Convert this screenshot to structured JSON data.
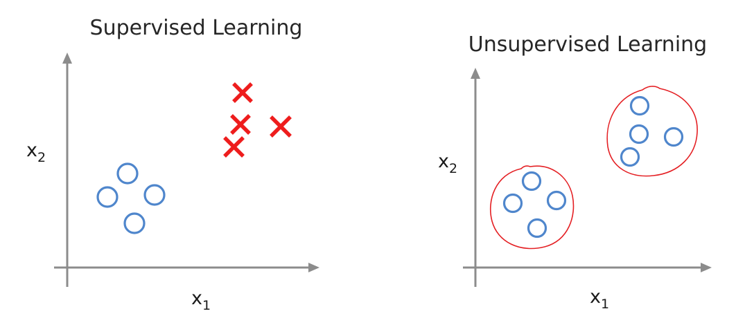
{
  "panels": [
    {
      "title": "Supervised Learning",
      "x_label": {
        "base": "x",
        "sub": "1"
      },
      "y_label": {
        "base": "x",
        "sub": "2"
      }
    },
    {
      "title": "Unsupervised Learning",
      "x_label": {
        "base": "x",
        "sub": "1"
      },
      "y_label": {
        "base": "x",
        "sub": "2"
      }
    }
  ],
  "colors": {
    "circle": "#4f86cc",
    "cross": "#ee1d1d",
    "cluster": "#e41f23",
    "axis": "#8c8c8c",
    "text": "#262626"
  },
  "markers": {
    "circle": "circle-marker",
    "cross": "x-marker"
  }
}
